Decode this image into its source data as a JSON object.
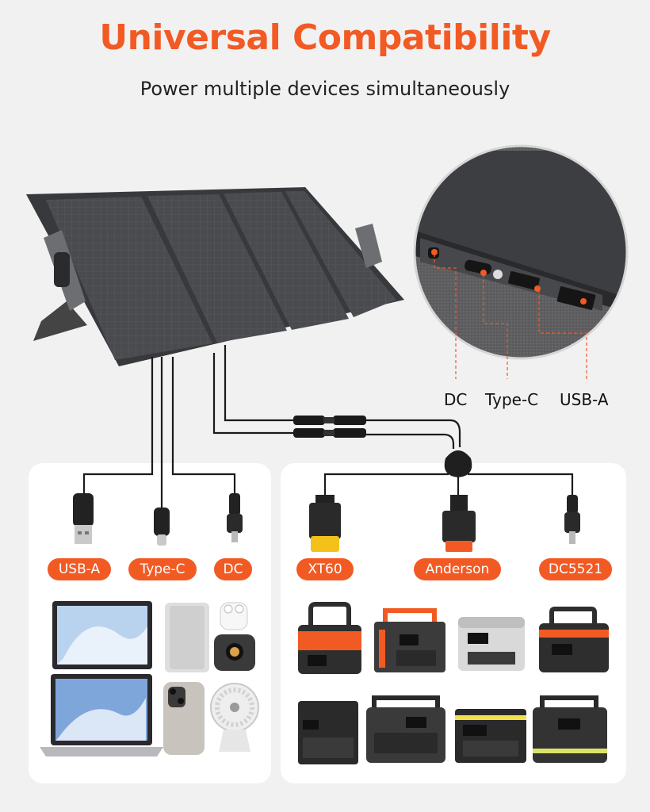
{
  "header": {
    "title": "Universal Compatibility",
    "subtitle": "Power multiple devices simultaneously"
  },
  "panel_ports": {
    "labels": [
      "DC",
      "Type-C",
      "USB-A"
    ]
  },
  "left_connectors": {
    "labels": [
      "USB-A",
      "Type-C",
      "DC"
    ]
  },
  "right_connectors": {
    "labels": [
      "XT60",
      "Anderson",
      "DC5521"
    ]
  },
  "colors": {
    "accent": "#f25a24",
    "panel": "#3a3a3c",
    "cable": "#1b1b1b",
    "background": "#f1f1f1"
  },
  "icons": [
    "solar-panel",
    "usb-a-plug-icon",
    "type-c-plug-icon",
    "dc-plug-icon",
    "xt60-plug-icon",
    "anderson-plug-icon",
    "dc5521-plug-icon",
    "laptop-icon",
    "power-bank-icon",
    "earbuds-icon",
    "projector-icon",
    "smartphone-icon",
    "fan-icon",
    "power-station-icon"
  ]
}
